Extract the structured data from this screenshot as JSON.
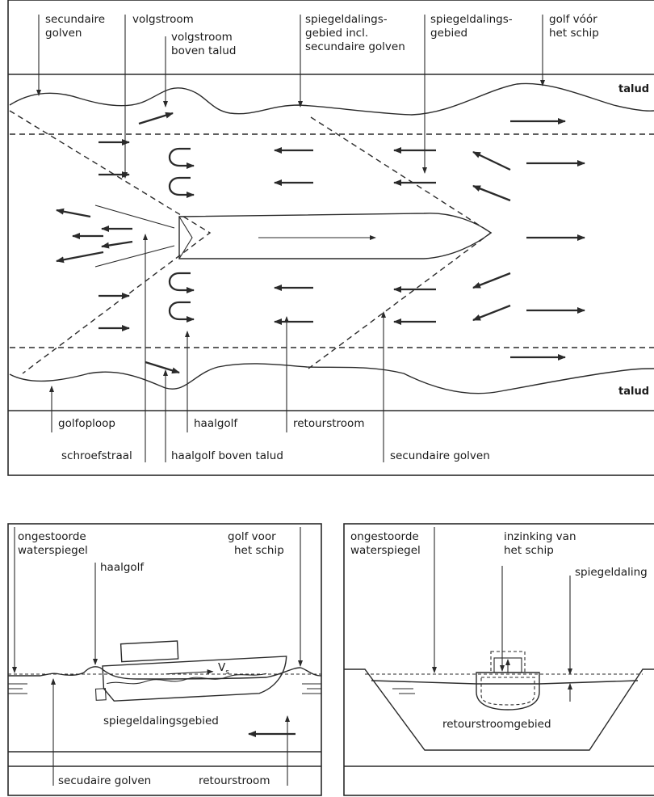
{
  "plan_view": {
    "labels": {
      "secundaire_golven_top": [
        "secundaire",
        "golven"
      ],
      "volgstroom": "volgstroom",
      "volgstroom_boven_talud": [
        "volgstroom",
        "boven talud"
      ],
      "spiegeldalingsgebied_incl": [
        "spiegeldalings-",
        "gebied incl.",
        "secundaire golven"
      ],
      "spiegeldalingsgebied": [
        "spiegeldalings-",
        "gebied"
      ],
      "golf_voor_het_schip": [
        "golf vóór",
        "het schip"
      ],
      "talud_top": "talud",
      "talud_bottom": "talud",
      "golfoploop": "golfoploop",
      "haalgolf": "haalgolf",
      "retourstroom": "retourstroom",
      "schroefstraal": "schroefstraal",
      "haalgolf_boven_talud": "haalgolf boven talud",
      "secundaire_golven_bottom": "secundaire golven"
    }
  },
  "side_view": {
    "labels": {
      "ongestoorde_waterspiegel": [
        "ongestoorde",
        "waterspiegel"
      ],
      "haalgolf": "haalgolf",
      "golf_voor_het_schip": [
        "golf voor",
        "het schip"
      ],
      "vs": "V",
      "vs_sub": "s",
      "spiegeldalingsgebied": "spiegeldalingsgebied",
      "secundaire_golven": "secudaire golven",
      "retourstroom": "retourstroom"
    }
  },
  "cross_section": {
    "labels": {
      "ongestoorde_waterspiegel": [
        "ongestoorde",
        "waterspiegel"
      ],
      "inzinking_van_het_schip": [
        "inzinking van",
        "het schip"
      ],
      "spiegeldaling": "spiegeldaling",
      "retourstroomgebied": "retourstroomgebied"
    }
  }
}
